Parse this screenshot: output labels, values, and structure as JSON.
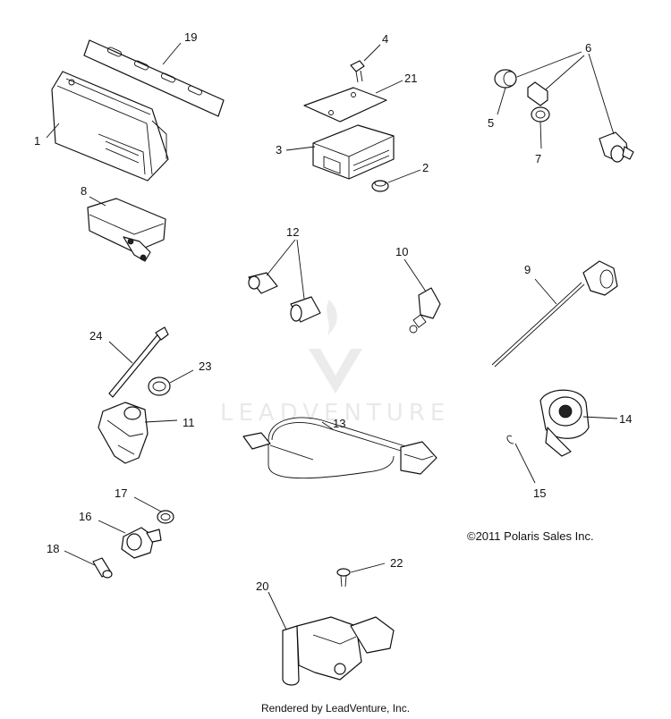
{
  "watermark": "LEADVENTURE",
  "copyright": "©2011 Polaris Sales Inc.",
  "rendered_by": "Rendered by LeadVenture, Inc.",
  "callouts": {
    "c1": "1",
    "c2": "2",
    "c3": "3",
    "c4": "4",
    "c5": "5",
    "c6": "6",
    "c7": "7",
    "c8": "8",
    "c9": "9",
    "c10": "10",
    "c11": "11",
    "c12": "12",
    "c13": "13",
    "c14": "14",
    "c15": "15",
    "c16": "16",
    "c17": "17",
    "c18": "18",
    "c19": "19",
    "c20": "20",
    "c21": "21",
    "c22": "22",
    "c23": "23",
    "c24": "24"
  }
}
